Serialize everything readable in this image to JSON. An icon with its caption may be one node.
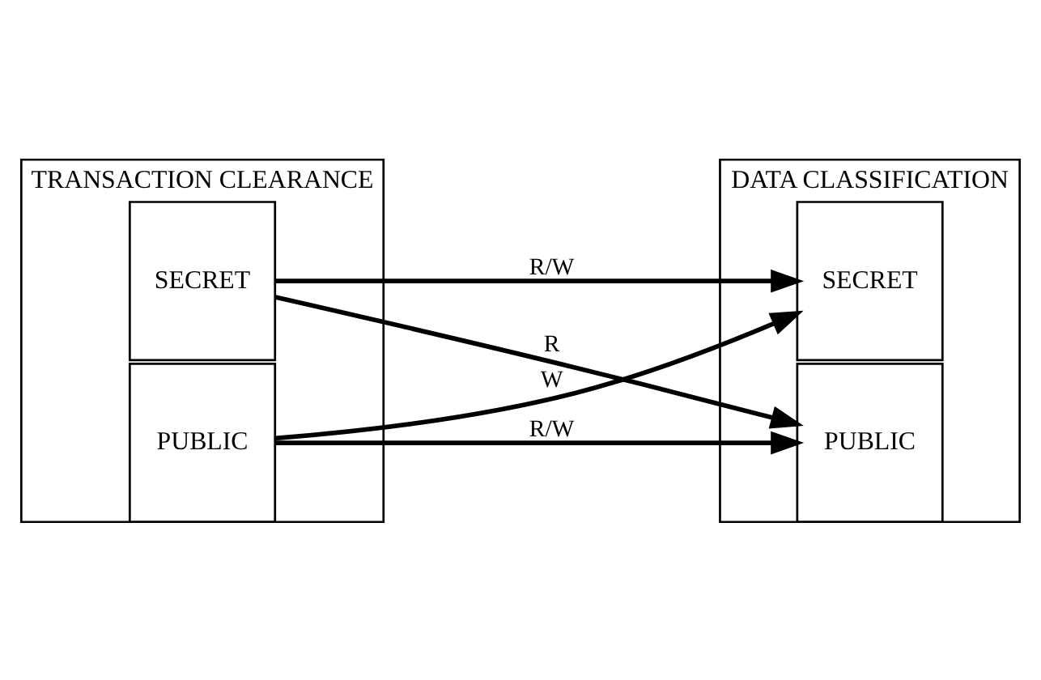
{
  "diagram": {
    "nodes": [
      {
        "text": [
          "TRANSACTION CLEARANCE"
        ]
      },
      {
        "text": [
          "SECRET"
        ],
        "in": 0
      },
      {
        "text": [
          "PUBLIC"
        ],
        "in": 0
      },
      {
        "text": [
          "DATA CLASSIFICATION"
        ]
      },
      {
        "text": [
          "SECRET"
        ],
        "in": 3
      },
      {
        "text": [
          "PUBLIC"
        ],
        "in": 3
      }
    ],
    "edges": [
      {
        "from": 1,
        "to": 4,
        "arrow": "to",
        "label": "R/W"
      },
      {
        "from": 1,
        "to": 5,
        "arrow": "to",
        "label": "R"
      },
      {
        "from": 2,
        "to": 4,
        "arrow": "to",
        "label": "W"
      },
      {
        "from": 2,
        "to": 5,
        "arrow": "to",
        "label": "R/W"
      }
    ]
  }
}
